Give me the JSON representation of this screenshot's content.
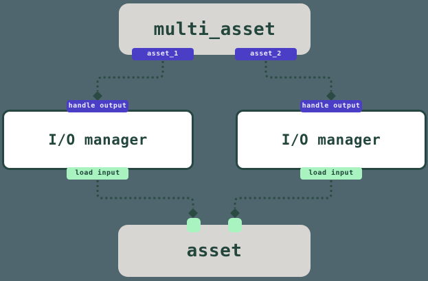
{
  "diagram": {
    "multi_asset": {
      "label": "multi_asset",
      "outputs": [
        "asset_1",
        "asset_2"
      ]
    },
    "io_left": {
      "output_badge": "handle output",
      "label": "I/O manager",
      "input_badge": "load input"
    },
    "io_right": {
      "output_badge": "handle output",
      "label": "I/O manager",
      "input_badge": "load input"
    },
    "asset": {
      "label": "asset"
    }
  },
  "colors": {
    "background": "#50666e",
    "node_fill_gray": "#d8d6d3",
    "node_fill_white": "#ffffff",
    "node_border": "#264741",
    "badge_purple": "#4a3ec6",
    "badge_purple_text": "#eceafd",
    "badge_green": "#a9f3c1",
    "badge_green_text": "#1d4338",
    "node_text": "#23463c",
    "connector": "#2a4a42"
  }
}
